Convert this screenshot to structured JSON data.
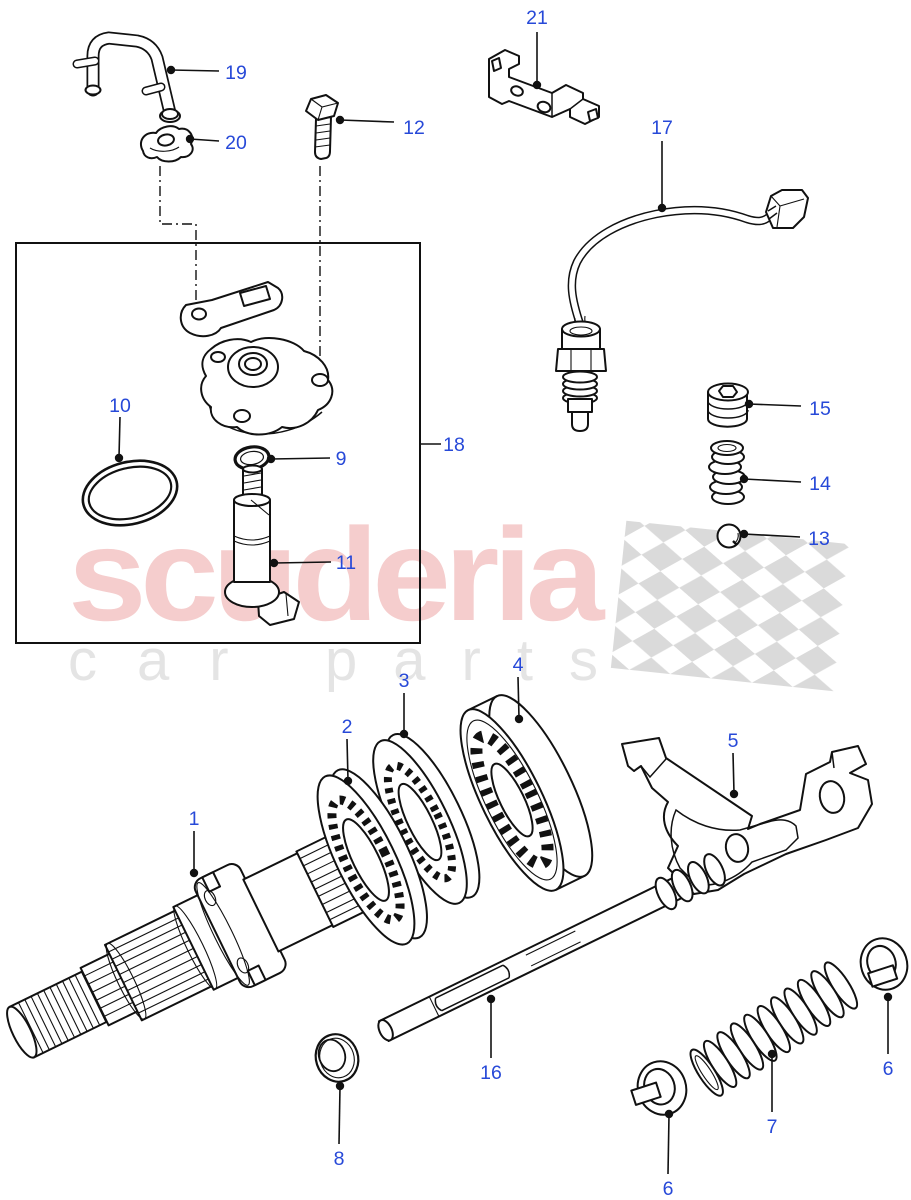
{
  "diagram": {
    "type": "exploded-parts-diagram",
    "part_numbers_visible": [
      "1",
      "2",
      "3",
      "4",
      "5",
      "6",
      "7",
      "8",
      "9",
      "10",
      "11",
      "12",
      "13",
      "14",
      "15",
      "16",
      "17",
      "18",
      "19",
      "20",
      "21"
    ]
  },
  "callouts": {
    "c1": {
      "label": "1"
    },
    "c2": {
      "label": "2"
    },
    "c3": {
      "label": "3"
    },
    "c4": {
      "label": "4"
    },
    "c5": {
      "label": "5"
    },
    "c6a": {
      "label": "6"
    },
    "c6b": {
      "label": "6"
    },
    "c7": {
      "label": "7"
    },
    "c8": {
      "label": "8"
    },
    "c9": {
      "label": "9"
    },
    "c10": {
      "label": "10"
    },
    "c11": {
      "label": "11"
    },
    "c12": {
      "label": "12"
    },
    "c13": {
      "label": "13"
    },
    "c14": {
      "label": "14"
    },
    "c15": {
      "label": "15"
    },
    "c16": {
      "label": "16"
    },
    "c17": {
      "label": "17"
    },
    "c18": {
      "label": "18"
    },
    "c19": {
      "label": "19"
    },
    "c20": {
      "label": "20"
    },
    "c21": {
      "label": "21"
    }
  },
  "watermark": {
    "brand": "scuderia",
    "caption_word1": "car",
    "caption_word2": "parts",
    "brand_color": "#f5cdcd",
    "caption_color": "#e4e4e4",
    "flag_color": "#dadada"
  },
  "style": {
    "label_color": "#2749d8",
    "line_color": "#111111",
    "background": "#ffffff"
  }
}
